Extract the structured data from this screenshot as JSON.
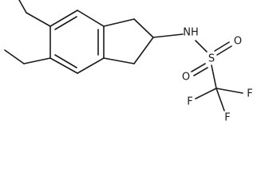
{
  "molecule": {
    "atoms": {
      "nh": "NH",
      "s": "S",
      "o_top": "O",
      "o_bottom": "O",
      "f_right": "F",
      "f_left": "F",
      "f_bottom": "F"
    }
  }
}
